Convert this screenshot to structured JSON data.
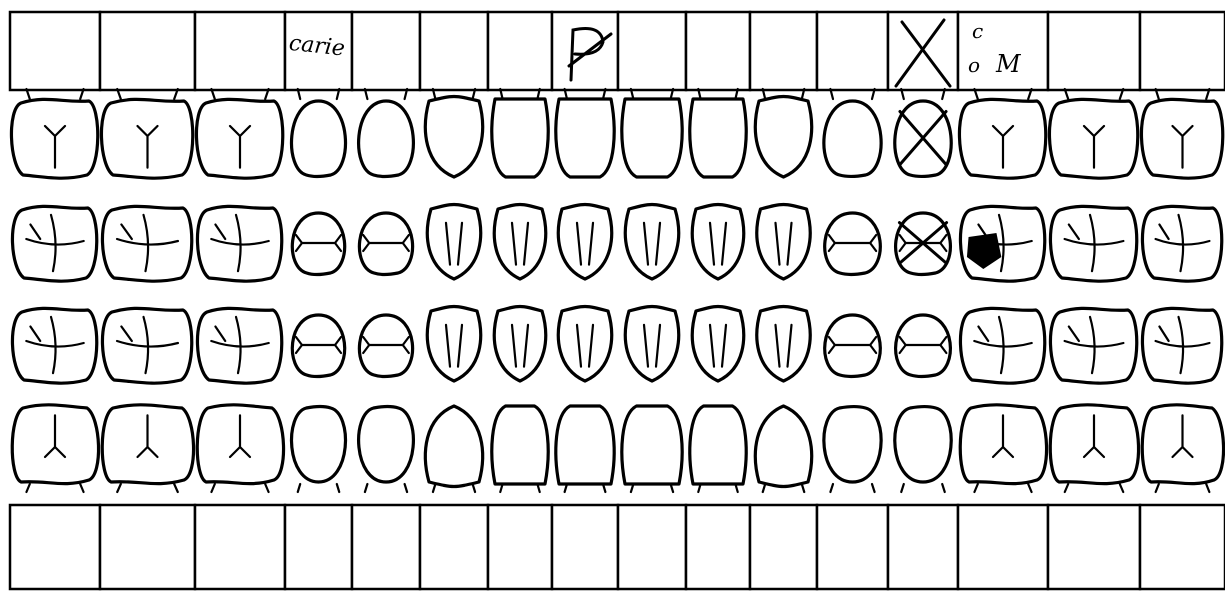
{
  "chart_title": "",
  "upper_cells": [
    {
      "note": ""
    },
    {
      "note": ""
    },
    {
      "note": ""
    },
    {
      "note": "carie"
    },
    {
      "note": ""
    },
    {
      "note": ""
    },
    {
      "note": ""
    },
    {
      "note": "P",
      "symbol": "crossed-P"
    },
    {
      "note": ""
    },
    {
      "note": ""
    },
    {
      "note": ""
    },
    {
      "note": ""
    },
    {
      "note": "",
      "symbol": "X"
    },
    {
      "note": "c o M"
    },
    {
      "note": ""
    },
    {
      "note": ""
    }
  ],
  "lower_cells": [
    {
      "note": ""
    },
    {
      "note": ""
    },
    {
      "note": ""
    },
    {
      "note": ""
    },
    {
      "note": ""
    },
    {
      "note": ""
    },
    {
      "note": ""
    },
    {
      "note": ""
    },
    {
      "note": ""
    },
    {
      "note": ""
    },
    {
      "note": ""
    },
    {
      "note": ""
    },
    {
      "note": ""
    },
    {
      "note": ""
    },
    {
      "note": ""
    },
    {
      "note": ""
    }
  ],
  "teeth": {
    "upper_buccal_types": [
      "molar",
      "molar",
      "molar",
      "premolar",
      "premolar",
      "canine",
      "incisor",
      "incisor",
      "incisor",
      "incisor",
      "canine",
      "premolar",
      "premolar",
      "molar",
      "molar",
      "molar"
    ],
    "upper_occlusal_types": [
      "molar",
      "molar",
      "molar",
      "premolar",
      "premolar",
      "canine",
      "incisor",
      "incisor",
      "incisor",
      "incisor",
      "canine",
      "premolar",
      "premolar",
      "molar",
      "molar",
      "molar"
    ],
    "lower_occlusal_types": [
      "molar",
      "molar",
      "molar",
      "premolar",
      "premolar",
      "canine",
      "incisor",
      "incisor",
      "incisor",
      "incisor",
      "canine",
      "premolar",
      "premolar",
      "molar",
      "molar",
      "molar"
    ],
    "lower_buccal_types": [
      "molar",
      "molar",
      "molar",
      "premolar",
      "premolar",
      "canine",
      "incisor",
      "incisor",
      "incisor",
      "incisor",
      "canine",
      "premolar",
      "premolar",
      "molar",
      "molar",
      "molar"
    ],
    "missing_tooth_index": 12,
    "carious_tooth_index": 13,
    "colors": {
      "line": "#000000",
      "paper": "#ffffff",
      "caries_fill": "#000000"
    }
  },
  "icons": {
    "missing": "x-mark-icon",
    "caries": "filled-lesion-icon"
  }
}
